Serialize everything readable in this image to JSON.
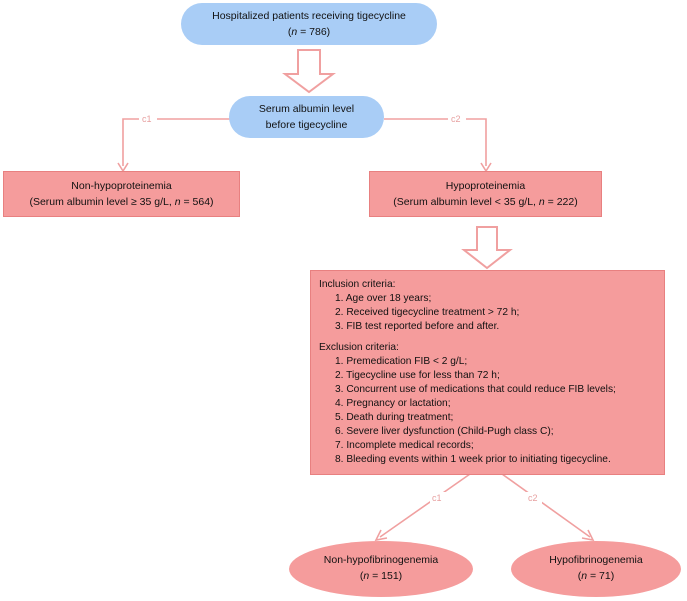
{
  "top": {
    "title": "Hospitalized patients receiving tigecycline",
    "n_prefix": "n",
    "n_suffix": " = 786)"
  },
  "serum": {
    "line1": "Serum albumin level",
    "line2": "before tigecycline"
  },
  "branch_labels": {
    "c1": "c1",
    "c2": "c2"
  },
  "non_hypo": {
    "title": "Non-hypoproteinemia",
    "detail_prefix": "(Serum albumin level ≥ 35 g/L, ",
    "n_suffix": " = 564)"
  },
  "hypo": {
    "title": "Hypoproteinemia",
    "detail_prefix": "(Serum albumin level < 35 g/L, ",
    "n_suffix": " = 222)"
  },
  "criteria": {
    "inclusion_title": "Inclusion criteria:",
    "inclusion": [
      "1. Age over 18 years;",
      "2. Received tigecycline treatment > 72 h;",
      "3. FIB test  reported  before  and  after."
    ],
    "exclusion_title": "Exclusion criteria:",
    "exclusion": [
      "1. Premedication  FIB < 2 g/L;",
      "2. Tigecycline use for less than 72 h;",
      "3. Concurrent use of medications that could reduce FIB levels;",
      "4. Pregnancy or lactation;",
      "5. Death during treatment;",
      "6. Severe liver dysfunction (Child-Pugh class C);",
      "7. Incomplete medical records;",
      "8. Bleeding events within 1 week prior to initiating tigecycline."
    ]
  },
  "non_hypofib": {
    "title": "Non-hypofibrinogenemia",
    "n_suffix": " = 151)"
  },
  "hypofib": {
    "title": "Hypofibrinogenemia",
    "n_suffix": " = 71)"
  },
  "colors": {
    "blue_node": "#a9cdf6",
    "pink_node": "#f59c9c",
    "connector": "#f0a0a0",
    "branch_label": "#e7a0a0"
  }
}
